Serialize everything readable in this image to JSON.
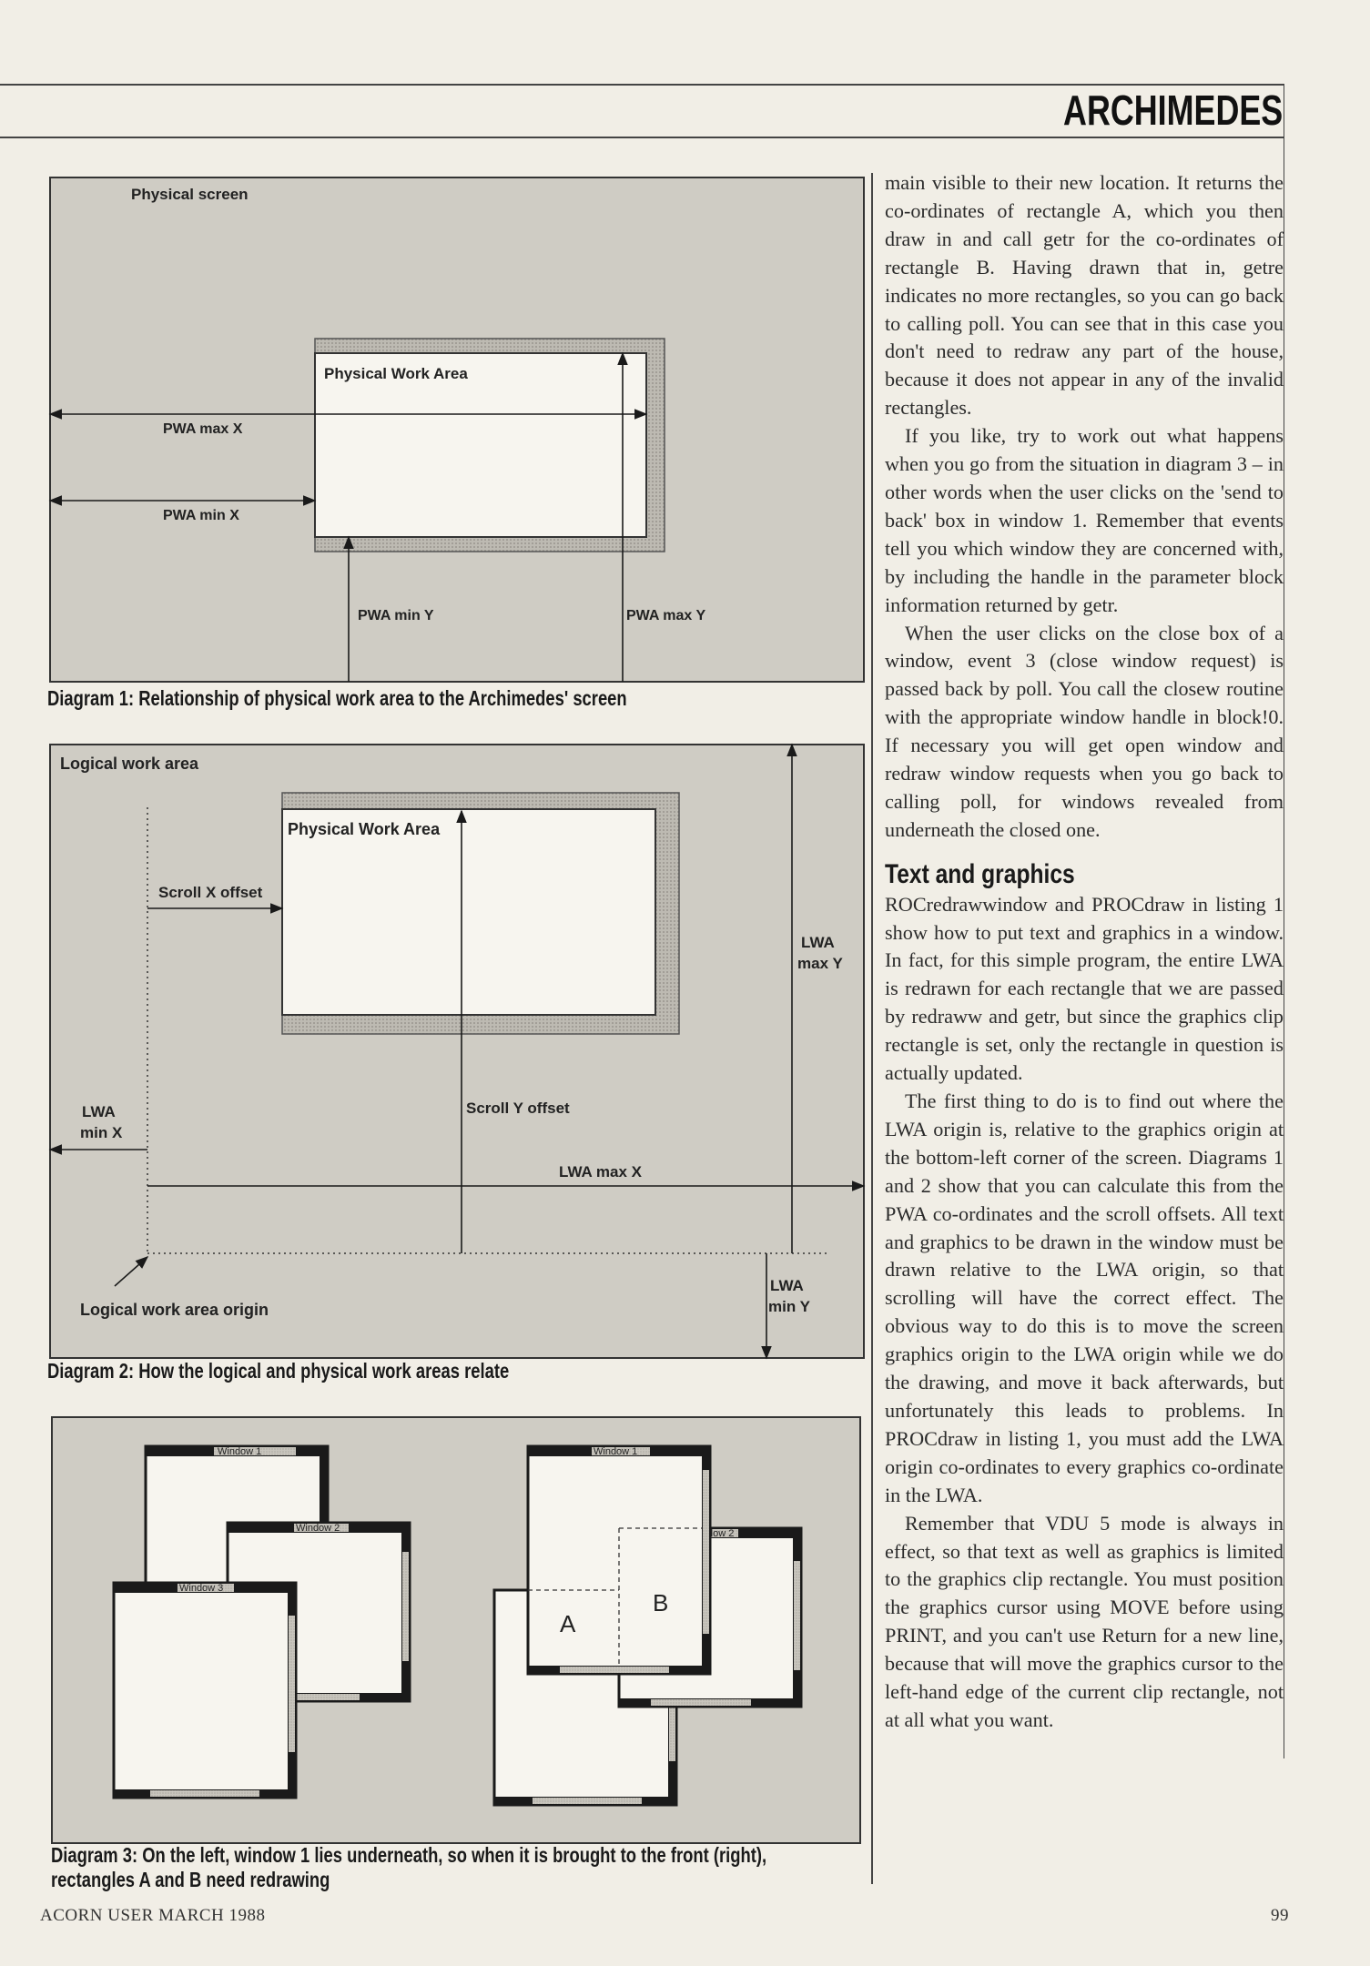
{
  "header": {
    "magazine_section": "ARCHIMEDES"
  },
  "diagram1": {
    "physical_screen": "Physical screen",
    "physical_work_area": "Physical Work Area",
    "pwa_max_x": "PWA max X",
    "pwa_min_x": "PWA min X",
    "pwa_min_y": "PWA min Y",
    "pwa_max_y": "PWA max Y",
    "caption": "Diagram 1: Relationship of physical work area to the Archimedes' screen"
  },
  "diagram2": {
    "logical_work_area": "Logical work area",
    "physical_work_area": "Physical Work Area",
    "scroll_x_offset": "Scroll X offset",
    "scroll_y_offset": "Scroll Y offset",
    "lwa_max_y_1": "LWA",
    "lwa_max_y_2": "max Y",
    "lwa_min_x_1": "LWA",
    "lwa_min_x_2": "min X",
    "lwa_max_x": "LWA max X",
    "lwa_min_y_1": "LWA",
    "lwa_min_y_2": "min Y",
    "lwa_origin": "Logical work area origin",
    "caption": "Diagram 2: How the logical and physical work areas relate"
  },
  "diagram3": {
    "window1": "Window 1",
    "window2": "Window 2",
    "window3": "Window 3",
    "window2_partial": "dow 2",
    "rect_a": "A",
    "rect_b": "B",
    "caption_line1": "Diagram 3: On the left, window 1 lies underneath, so when it is brought to the front (right),",
    "caption_line2": "rectangles A and B need redrawing"
  },
  "article": {
    "p1": "main visible to their new location. It returns the co-ordinates of rectangle A, which you then draw in and call getr for the co-ordinates of rectangle B. Having drawn that in, getre indicates no more rectangles, so you can go back to calling poll. You can see that in this case you don't need to redraw any part of the house, because it does not appear in any of the invalid rectangles.",
    "p2": "If you like, try to work out what happens when you go from the situation in diagram 3 – in other words when the user clicks on the 'send to back' box in window 1. Remember that events tell you which window they are concerned with, by including the handle in the parameter block information returned by getr.",
    "p3": "When the user clicks on the close box of a window, event 3 (close window request) is passed back by poll. You call the closew routine with the appropriate window handle in block!0. If necessary you will get open window and redraw window requests when you go back to calling poll, for windows revealed from underneath the closed one.",
    "heading": "Text and graphics",
    "p4": "ROCredrawwindow and PROCdraw in listing 1 show how to put text and graphics in a window. In fact, for this simple program, the entire LWA is redrawn for each rectangle that we are passed by redraww and getr, but since the graphics clip rectangle is set, only the rectangle in question is actually updated.",
    "p5": "The first thing to do is to find out where the LWA origin is, relative to the graphics origin at the bottom-left corner of the screen. Diagrams 1 and 2 show that you can calculate this from the PWA co-ordinates and the scroll offsets. All text and graphics to be drawn in the window must be drawn relative to the LWA origin, so that scrolling will have the correct effect. The obvious way to do this is to move the screen graphics origin to the LWA origin while we do the drawing, and move it back afterwards, but unfortunately this leads to problems. In PROCdraw in listing 1, you must add the LWA origin co-ordinates to every graphics co-ordinate in the LWA.",
    "p6": "Remember that VDU 5 mode is always in effect, so that text as well as graphics is limited to the graphics clip rectangle. You must position the graphics cursor using MOVE before using PRINT, and you can't use Return for a new line, because that will move the graphics cursor to the left-hand edge of the current clip rectangle, not at all what you want."
  },
  "footer": {
    "publication": "ACORN USER MARCH 1988",
    "page_number": "99"
  },
  "colors": {
    "diagram_fill": "#cfccc4",
    "window_fill": "#f7f5ef",
    "ink": "#1a1a1a"
  }
}
